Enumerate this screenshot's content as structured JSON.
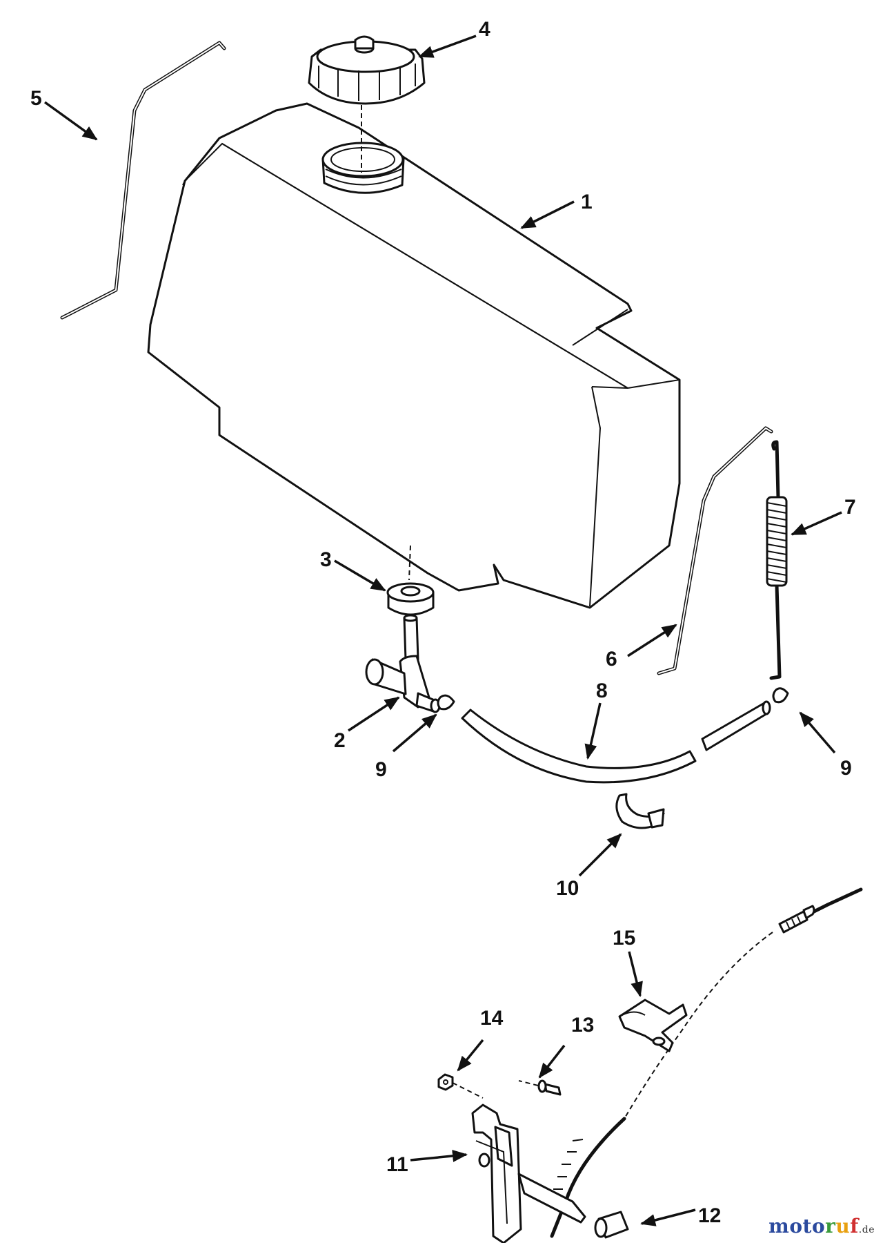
{
  "callouts": {
    "c1": "1",
    "c2": "2",
    "c3": "3",
    "c4": "4",
    "c5": "5",
    "c6": "6",
    "c7": "7",
    "c8": "8",
    "c9a": "9",
    "c9b": "9",
    "c10": "10",
    "c11": "11",
    "c12": "12",
    "c13": "13",
    "c14": "14",
    "c15": "15"
  },
  "watermark": {
    "letters": [
      "m",
      "o",
      "t",
      "o",
      "r",
      "u",
      "f"
    ],
    "letter_colors": [
      "#2b4a9e",
      "#2b4a9e",
      "#2b4a9e",
      "#2b4a9e",
      "#3a9a3a",
      "#e8a010",
      "#d03030"
    ],
    "suffix": ".de"
  }
}
